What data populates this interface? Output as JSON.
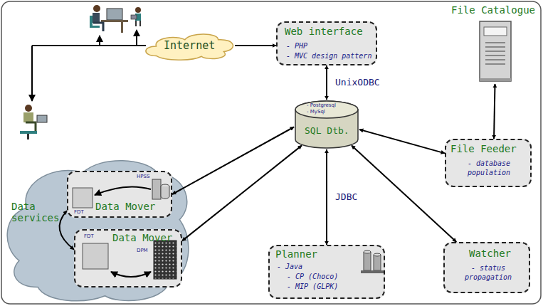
{
  "diagram": {
    "nodes": [
      {
        "text": [
          "Web interface",
          "- PHP",
          "- MVC design pattern"
        ]
      },
      {
        "text": [
          "Internet"
        ]
      },
      {
        "text": [
          "File Catalogue"
        ]
      },
      {
        "text": [
          "Data services"
        ]
      },
      {
        "text": [
          "HPSS",
          "Data Mover",
          "FDT"
        ],
        "in": 3
      },
      {
        "text": [
          "- Postgresql",
          "- MySql",
          "SQL Dtb."
        ]
      },
      {
        "text": [
          "File Feeder",
          "- database population"
        ]
      },
      {
        "text": [
          "FDT",
          "Data Mover",
          "DPM"
        ],
        "in": 3
      },
      {
        "text": [
          "Planner",
          "- Java",
          "- CP (Choco)",
          "- MIP (GLPK)"
        ]
      },
      {
        "text": [
          "Watcher",
          "- status propagation"
        ]
      }
    ],
    "edges": [
      {
        "from": 1,
        "to": 0,
        "arrow": "to"
      },
      {
        "from": 0,
        "to": 5,
        "label": "UnixODBC",
        "arrow": "both"
      },
      {
        "from": 2,
        "to": 6,
        "arrow": "both"
      },
      {
        "from": 5,
        "to": 6,
        "arrow": "both"
      },
      {
        "from": 4,
        "to": 5,
        "arrow": "both"
      },
      {
        "from": 7,
        "to": 5,
        "arrow": "both"
      },
      {
        "from": 4,
        "to": 7,
        "arrow": "both"
      },
      {
        "from": 5,
        "to": 8,
        "label": "JDBC",
        "arrow": "both"
      },
      {
        "from": 5,
        "to": 9,
        "arrow": "both"
      }
    ]
  }
}
